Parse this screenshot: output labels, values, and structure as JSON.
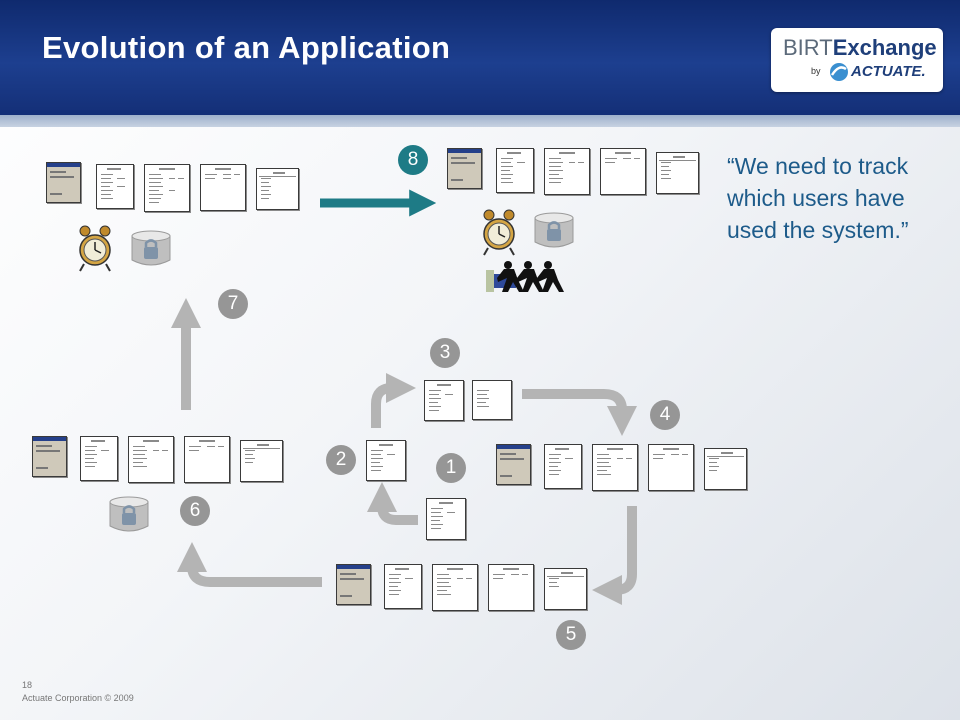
{
  "slide": {
    "title": "Evolution of an Application",
    "quote": "“We need to track which users have used the system.”",
    "slide_number": "18",
    "copyright": "Actuate Corporation © 2009"
  },
  "logo": {
    "word1": "BIRT",
    "word2": "Exchange",
    "by": "by",
    "brand": "ACTUATE."
  },
  "steps": [
    "1",
    "2",
    "3",
    "4",
    "5",
    "6",
    "7",
    "8"
  ],
  "colors": {
    "header": "#1d3f8f",
    "badge_grey": "#969696",
    "badge_teal": "#1e7b86",
    "arrow_grey": "#b4b4b4",
    "arrow_teal": "#1e7b86",
    "quote_text": "#1d5b8a"
  },
  "icons": [
    "form-icon",
    "report-document-icon",
    "alarm-clock-icon",
    "database-lock-icon",
    "users-icon"
  ]
}
